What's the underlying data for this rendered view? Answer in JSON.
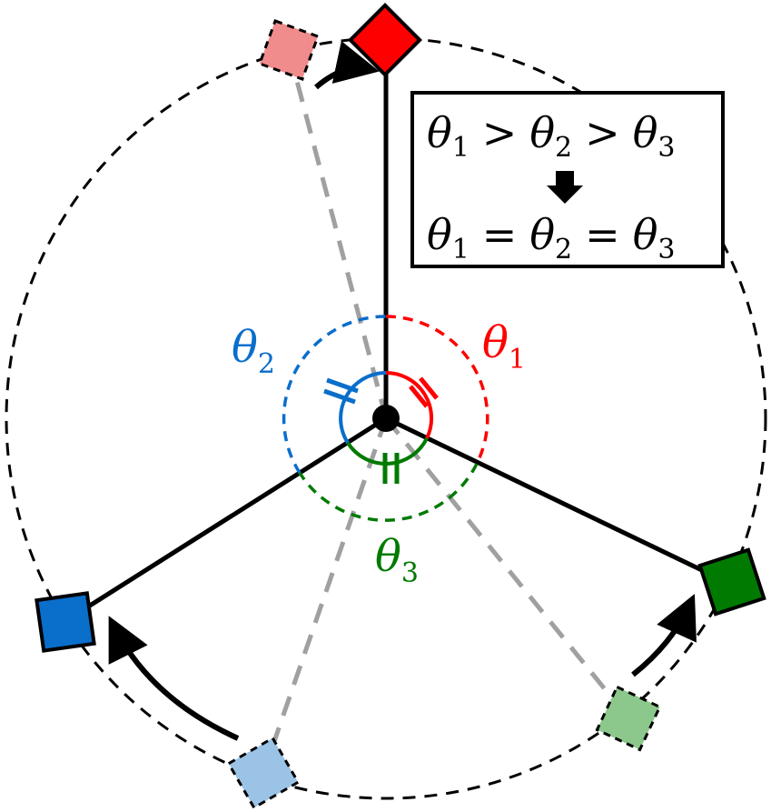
{
  "colors": {
    "red": "#ff0000",
    "red_faded": "#f08c8c",
    "blue": "#0a6ecb",
    "blue_faded": "#9bc3e6",
    "green": "#007a00",
    "green_faded": "#8cc88c",
    "gray_dashed": "#a0a0a0",
    "black": "#000000"
  },
  "angle_labels": {
    "theta1": {
      "symbol": "θ",
      "sub": "1"
    },
    "theta2": {
      "symbol": "θ",
      "sub": "2"
    },
    "theta3": {
      "symbol": "θ",
      "sub": "3"
    }
  },
  "legend_box": {
    "line1": {
      "a": "θ",
      "a_sub": "1",
      "op1": ">",
      "b": "θ",
      "b_sub": "2",
      "op2": ">",
      "c": "θ",
      "c_sub": "3"
    },
    "arrow": "down-arrow",
    "line2": {
      "a": "θ",
      "a_sub": "1",
      "op1": "=",
      "b": "θ",
      "b_sub": "2",
      "op2": "=",
      "c": "θ",
      "c_sub": "3"
    }
  }
}
